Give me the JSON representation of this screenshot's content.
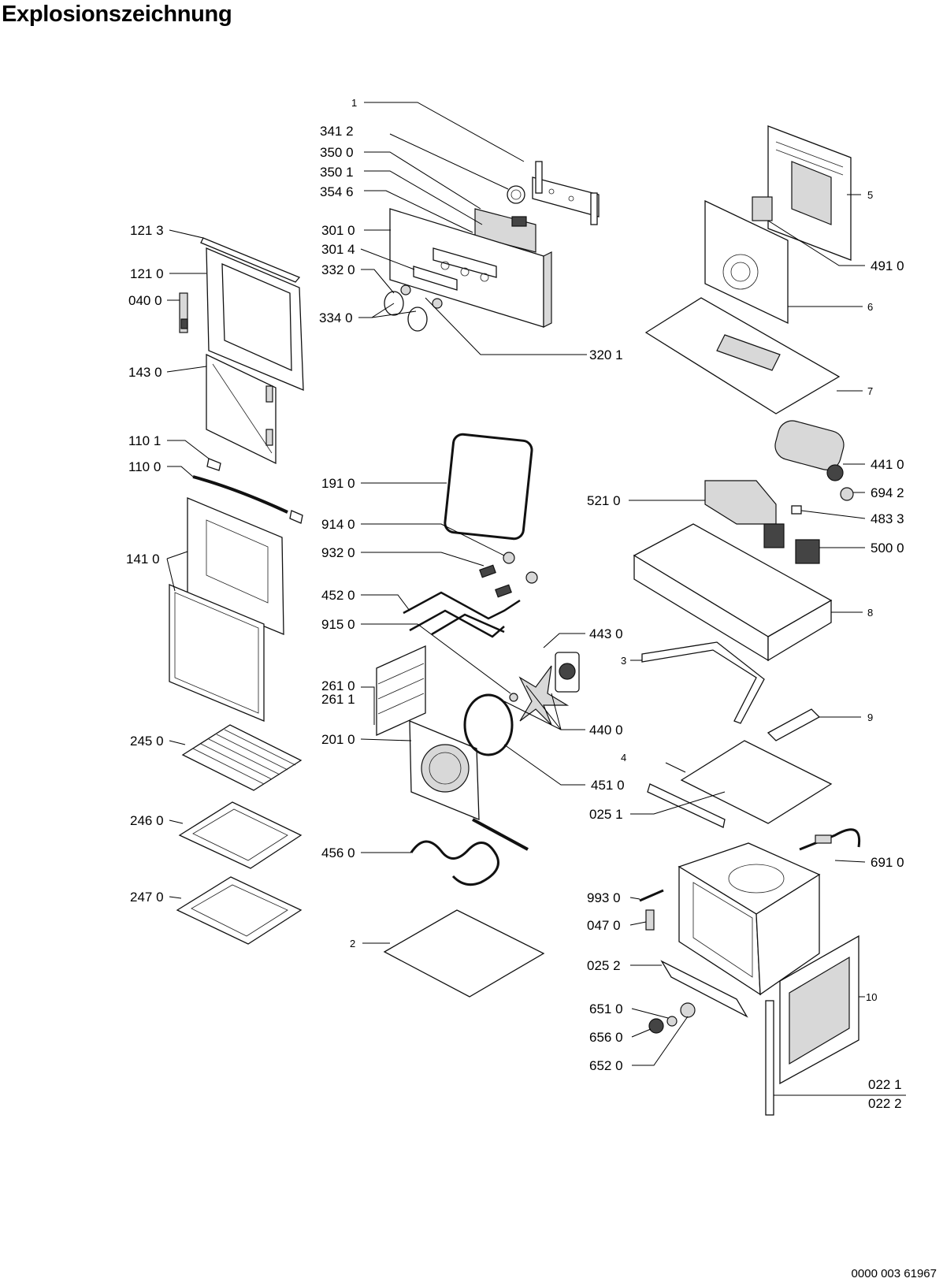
{
  "title": "Explosionszeichnung",
  "document_number": "0000 003 61967",
  "labels": {
    "p1": "1",
    "p3412": "341 2",
    "p3500": "350 0",
    "p3501": "350 1",
    "p3546": "354 6",
    "p3010": "301 0",
    "p3014": "301 4",
    "p3320": "332 0",
    "p3340": "334 0",
    "p3201": "320 1",
    "p1213": "121 3",
    "p1210": "121 0",
    "p0400": "040 0",
    "p1430": "143 0",
    "p1101": "110 1",
    "p1100": "110 0",
    "p1410": "141 0",
    "p2450": "245 0",
    "p2460": "246 0",
    "p2470": "247 0",
    "p1910": "191 0",
    "p9140": "914 0",
    "p9320": "932 0",
    "p4520": "452 0",
    "p9150": "915 0",
    "p2610": "261 0",
    "p2611": "261 1",
    "p2010": "201 0",
    "p4560": "456 0",
    "p2": "2",
    "p4430": "443 0",
    "p4400": "440 0",
    "p4510": "451 0",
    "p0251": "025 1",
    "p5": "5",
    "p4910": "491 0",
    "p6": "6",
    "p7": "7",
    "p4410": "441 0",
    "p6942": "694 2",
    "p5210": "521 0",
    "p4833": "483 3",
    "p5000": "500 0",
    "p8": "8",
    "p3": "3",
    "p9": "9",
    "p4": "4",
    "p6910": "691 0",
    "p9930": "993 0",
    "p0470": "047 0",
    "p0252": "025 2",
    "p10": "10",
    "p6510": "651 0",
    "p6560": "656 0",
    "p6520": "652 0",
    "p0221": "022 1",
    "p0222": "022 2"
  }
}
